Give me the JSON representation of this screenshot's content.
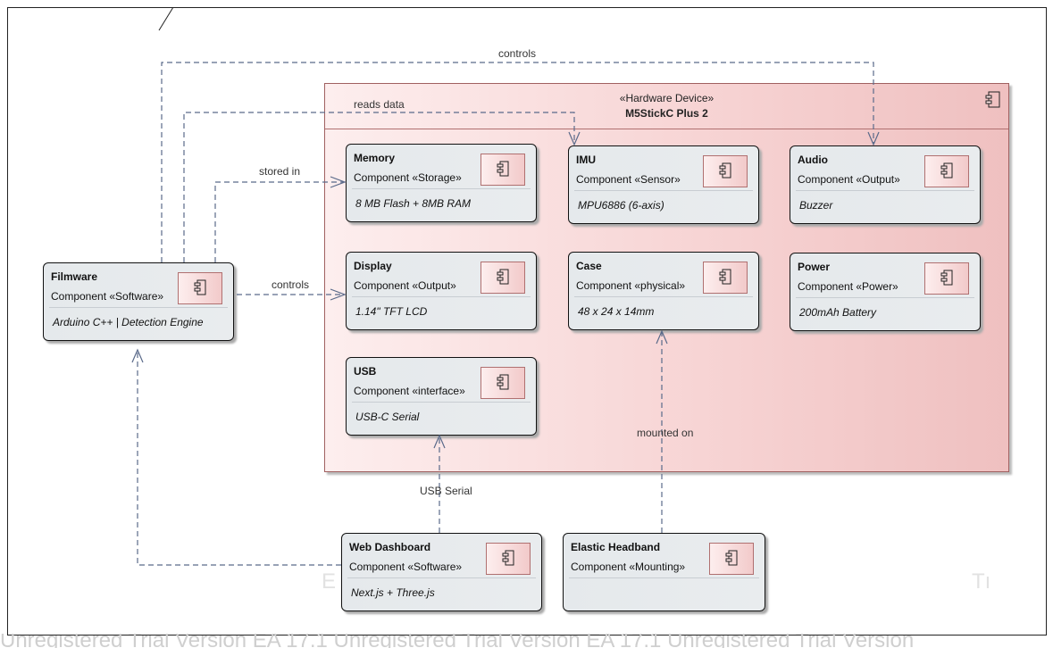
{
  "device": {
    "stereotype": "«Hardware Device»",
    "name": "M5StickC Plus 2",
    "icon": "component-icon"
  },
  "components": {
    "memory": {
      "name": "Memory",
      "stereotype": "Component «Storage»",
      "attribute": "8 MB Flash + 8MB RAM"
    },
    "imu": {
      "name": "IMU",
      "stereotype": "Component «Sensor»",
      "attribute": "MPU6886 (6-axis)"
    },
    "audio": {
      "name": "Audio",
      "stereotype": "Component «Output»",
      "attribute": "Buzzer"
    },
    "display": {
      "name": "Display",
      "stereotype": "Component «Output»",
      "attribute": "1.14\" TFT LCD"
    },
    "case": {
      "name": "Case",
      "stereotype": "Component «physical»",
      "attribute": "48 x 24 x 14mm"
    },
    "power": {
      "name": "Power",
      "stereotype": "Component «Power»",
      "attribute": "200mAh Battery"
    },
    "usb": {
      "name": "USB",
      "stereotype": "Component «interface»",
      "attribute": "USB-C Serial"
    },
    "firmware": {
      "name": "Filmware",
      "stereotype": "Component «Software»",
      "attribute": "Arduino C++ | Detection Engine"
    },
    "dashboard": {
      "name": "Web Dashboard",
      "stereotype": "Component «Software»",
      "attribute": "Next.js + Three.js"
    },
    "headband": {
      "name": "Elastic Headband",
      "stereotype": "Component «Mounting»",
      "attribute": ""
    }
  },
  "connector_labels": {
    "controls_audio": "controls",
    "reads_data": "reads data",
    "stored_in": "stored in",
    "controls_display": "controls",
    "mounted_on": "mounted on",
    "usb_serial": "USB Serial"
  },
  "watermark": {
    "footer": "Unregistered Trial Version   EA 17.1 Unregistered Trial Version   EA 17.1 Unregistered Trial Version",
    "middle_left": "E",
    "middle_right": "Tı"
  },
  "colors": {
    "line": "#5a6a8a",
    "device_fill": "#f7d4d4",
    "component_fill": "#e7ebee"
  }
}
